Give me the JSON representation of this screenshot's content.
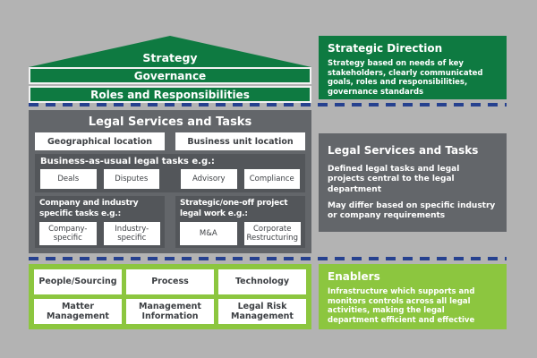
{
  "colors": {
    "background": "#b3b3b3",
    "dark_green": "#0e7a41",
    "bright_green": "#8cc63f",
    "dark_gray": "#63666a",
    "inner_gray": "#53565a",
    "dash_blue": "#26418f"
  },
  "pyramid": {
    "strategy": "Strategy",
    "governance": "Governance",
    "roles": "Roles and Responsibilities"
  },
  "services": {
    "title": "Legal Services and Tasks",
    "locations": [
      "Geographical location",
      "Business unit location"
    ],
    "bau_label": "Business-as-usual legal tasks e.g.:",
    "bau_items": [
      "Deals",
      "Disputes",
      "Advisory",
      "Compliance"
    ],
    "company_label": "Company and industry specific tasks e.g.:",
    "company_items": [
      "Company-specific",
      "Industry-specific"
    ],
    "strategic_label": "Strategic/one-off project legal work e.g.:",
    "strategic_items": [
      "M&A",
      "Corporate Restructuring"
    ]
  },
  "enablers_grid": [
    "People/Sourcing",
    "Process",
    "Technology",
    "Matter Management",
    "Management Information",
    "Legal Risk Management"
  ],
  "side_panels": {
    "strategic_direction": {
      "title": "Strategic Direction",
      "body": "Strategy based on needs of key stakeholders, clearly communicated goals, roles and responsibilities, governance standards"
    },
    "legal_services": {
      "title": "Legal Services and Tasks",
      "body1": "Defined legal tasks and legal projects central to the legal department",
      "body2": "May differ based on specific industry or company requirements"
    },
    "enablers": {
      "title": "Enablers",
      "body": "Infrastructure which supports and monitors controls across all legal activities, making the legal department efficient and effective"
    }
  }
}
